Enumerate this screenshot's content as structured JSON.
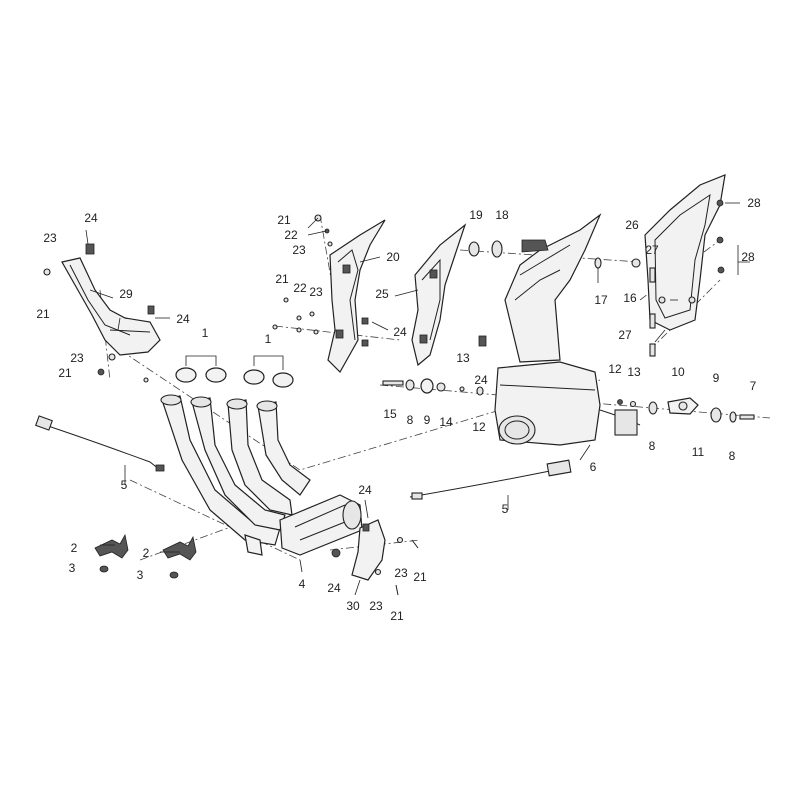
{
  "callouts": {
    "c1a": "1",
    "c1b": "1",
    "c2a": "2",
    "c2b": "2",
    "c3a": "3",
    "c3b": "3",
    "c4": "4",
    "c5a": "5",
    "c5b": "5",
    "c6": "6",
    "c7": "7",
    "c8a": "8",
    "c8b": "8",
    "c8c": "8",
    "c9a": "9",
    "c9b": "9",
    "c10": "10",
    "c11": "11",
    "c12a": "12",
    "c12b": "12",
    "c13a": "13",
    "c13b": "13",
    "c14": "14",
    "c15": "15",
    "c16": "16",
    "c17": "17",
    "c18": "18",
    "c19": "19",
    "c20": "20",
    "c21a": "21",
    "c21b": "21",
    "c21c": "21",
    "c21d": "21",
    "c21e": "21",
    "c21f": "21",
    "c22a": "22",
    "c22b": "22",
    "c23a": "23",
    "c23b": "23",
    "c23c": "23",
    "c23d": "23",
    "c23e": "23",
    "c23f": "23",
    "c24a": "24",
    "c24b": "24",
    "c24c": "24",
    "c24d": "24",
    "c24e": "24",
    "c24f": "24",
    "c25": "25",
    "c26": "26",
    "c27a": "27",
    "c27b": "27",
    "c28a": "28",
    "c28b": "28",
    "c29": "29",
    "c30": "30"
  }
}
